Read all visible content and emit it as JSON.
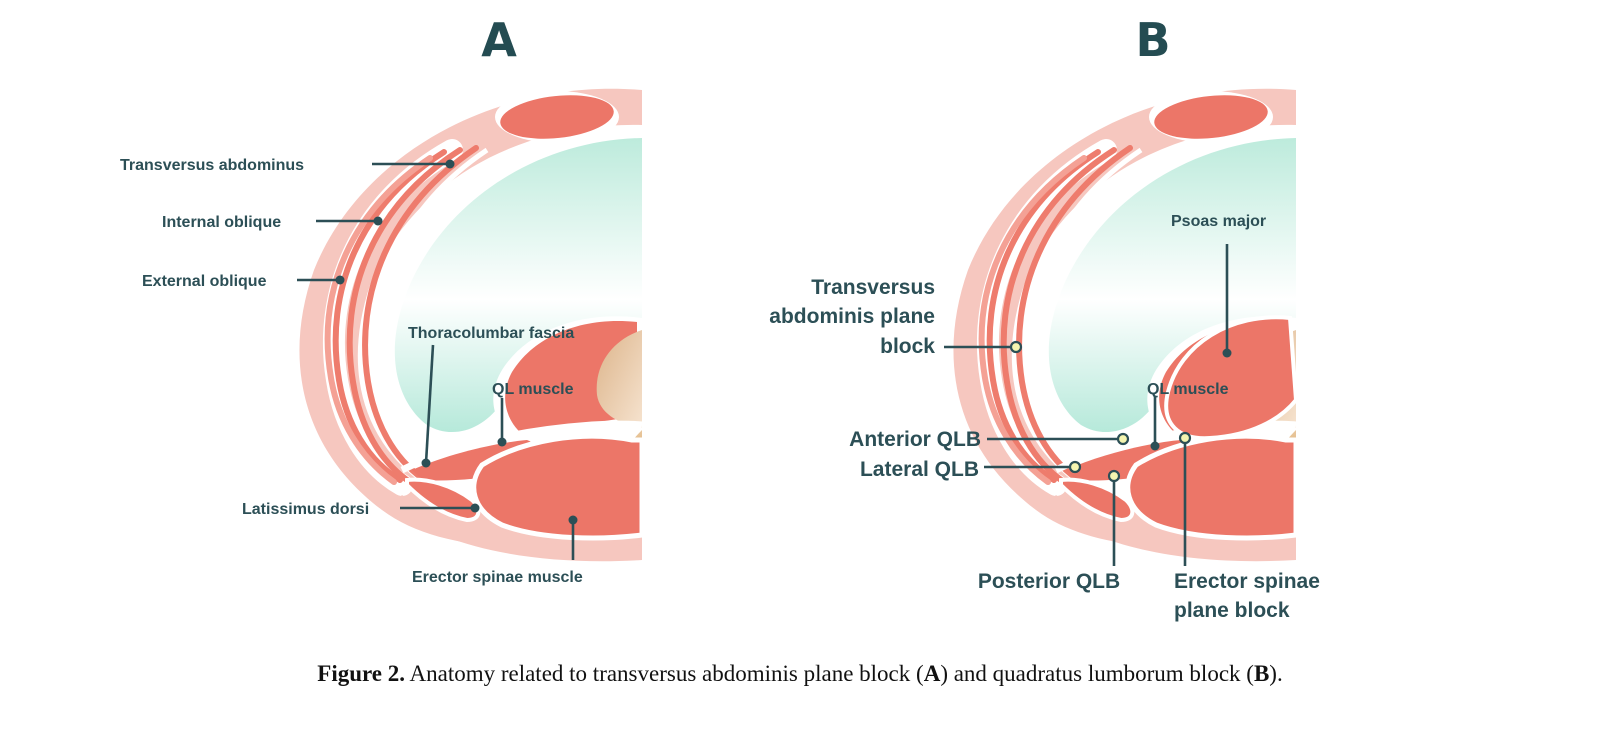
{
  "panels": {
    "a": {
      "letter": "A",
      "labels": {
        "transversus_abdominus": "Transversus abdominus",
        "internal_oblique": "Internal oblique",
        "external_oblique": "External oblique",
        "thoracolumbar_fascia": "Thoracolumbar fascia",
        "ql_muscle": "QL muscle",
        "latissimus_dorsi": "Latissimus dorsi",
        "erector_spinae_muscle": "Erector spinae muscle"
      }
    },
    "b": {
      "letter": "B",
      "labels": {
        "psoas_major": "Psoas major",
        "tap_block_line1": "Transversus",
        "tap_block_line2": "abdominis plane",
        "tap_block_line3": "block",
        "ql_muscle": "QL muscle",
        "anterior_qlb": "Anterior QLB",
        "lateral_qlb": "Lateral QLB",
        "posterior_qlb": "Posterior QLB",
        "esp_block_line1": "Erector spinae",
        "esp_block_line2": "plane block"
      }
    }
  },
  "caption": {
    "label": "Figure 2.",
    "text_1": " Anatomy related to transversus abdominis plane block (",
    "bold_1": "A",
    "text_2": ") and quadratus lumborum block (",
    "bold_2": "B",
    "text_3": ")."
  },
  "colors": {
    "skin_pink": "#f6c7bf",
    "muscle_red": "#ec7668",
    "muscle_light": "#f19a8c",
    "cavity_mint": "#d3f2e6",
    "bone_tan": "#dcb48a",
    "label_dark": "#2c4f56",
    "block_marker": "#f4f5b0"
  }
}
